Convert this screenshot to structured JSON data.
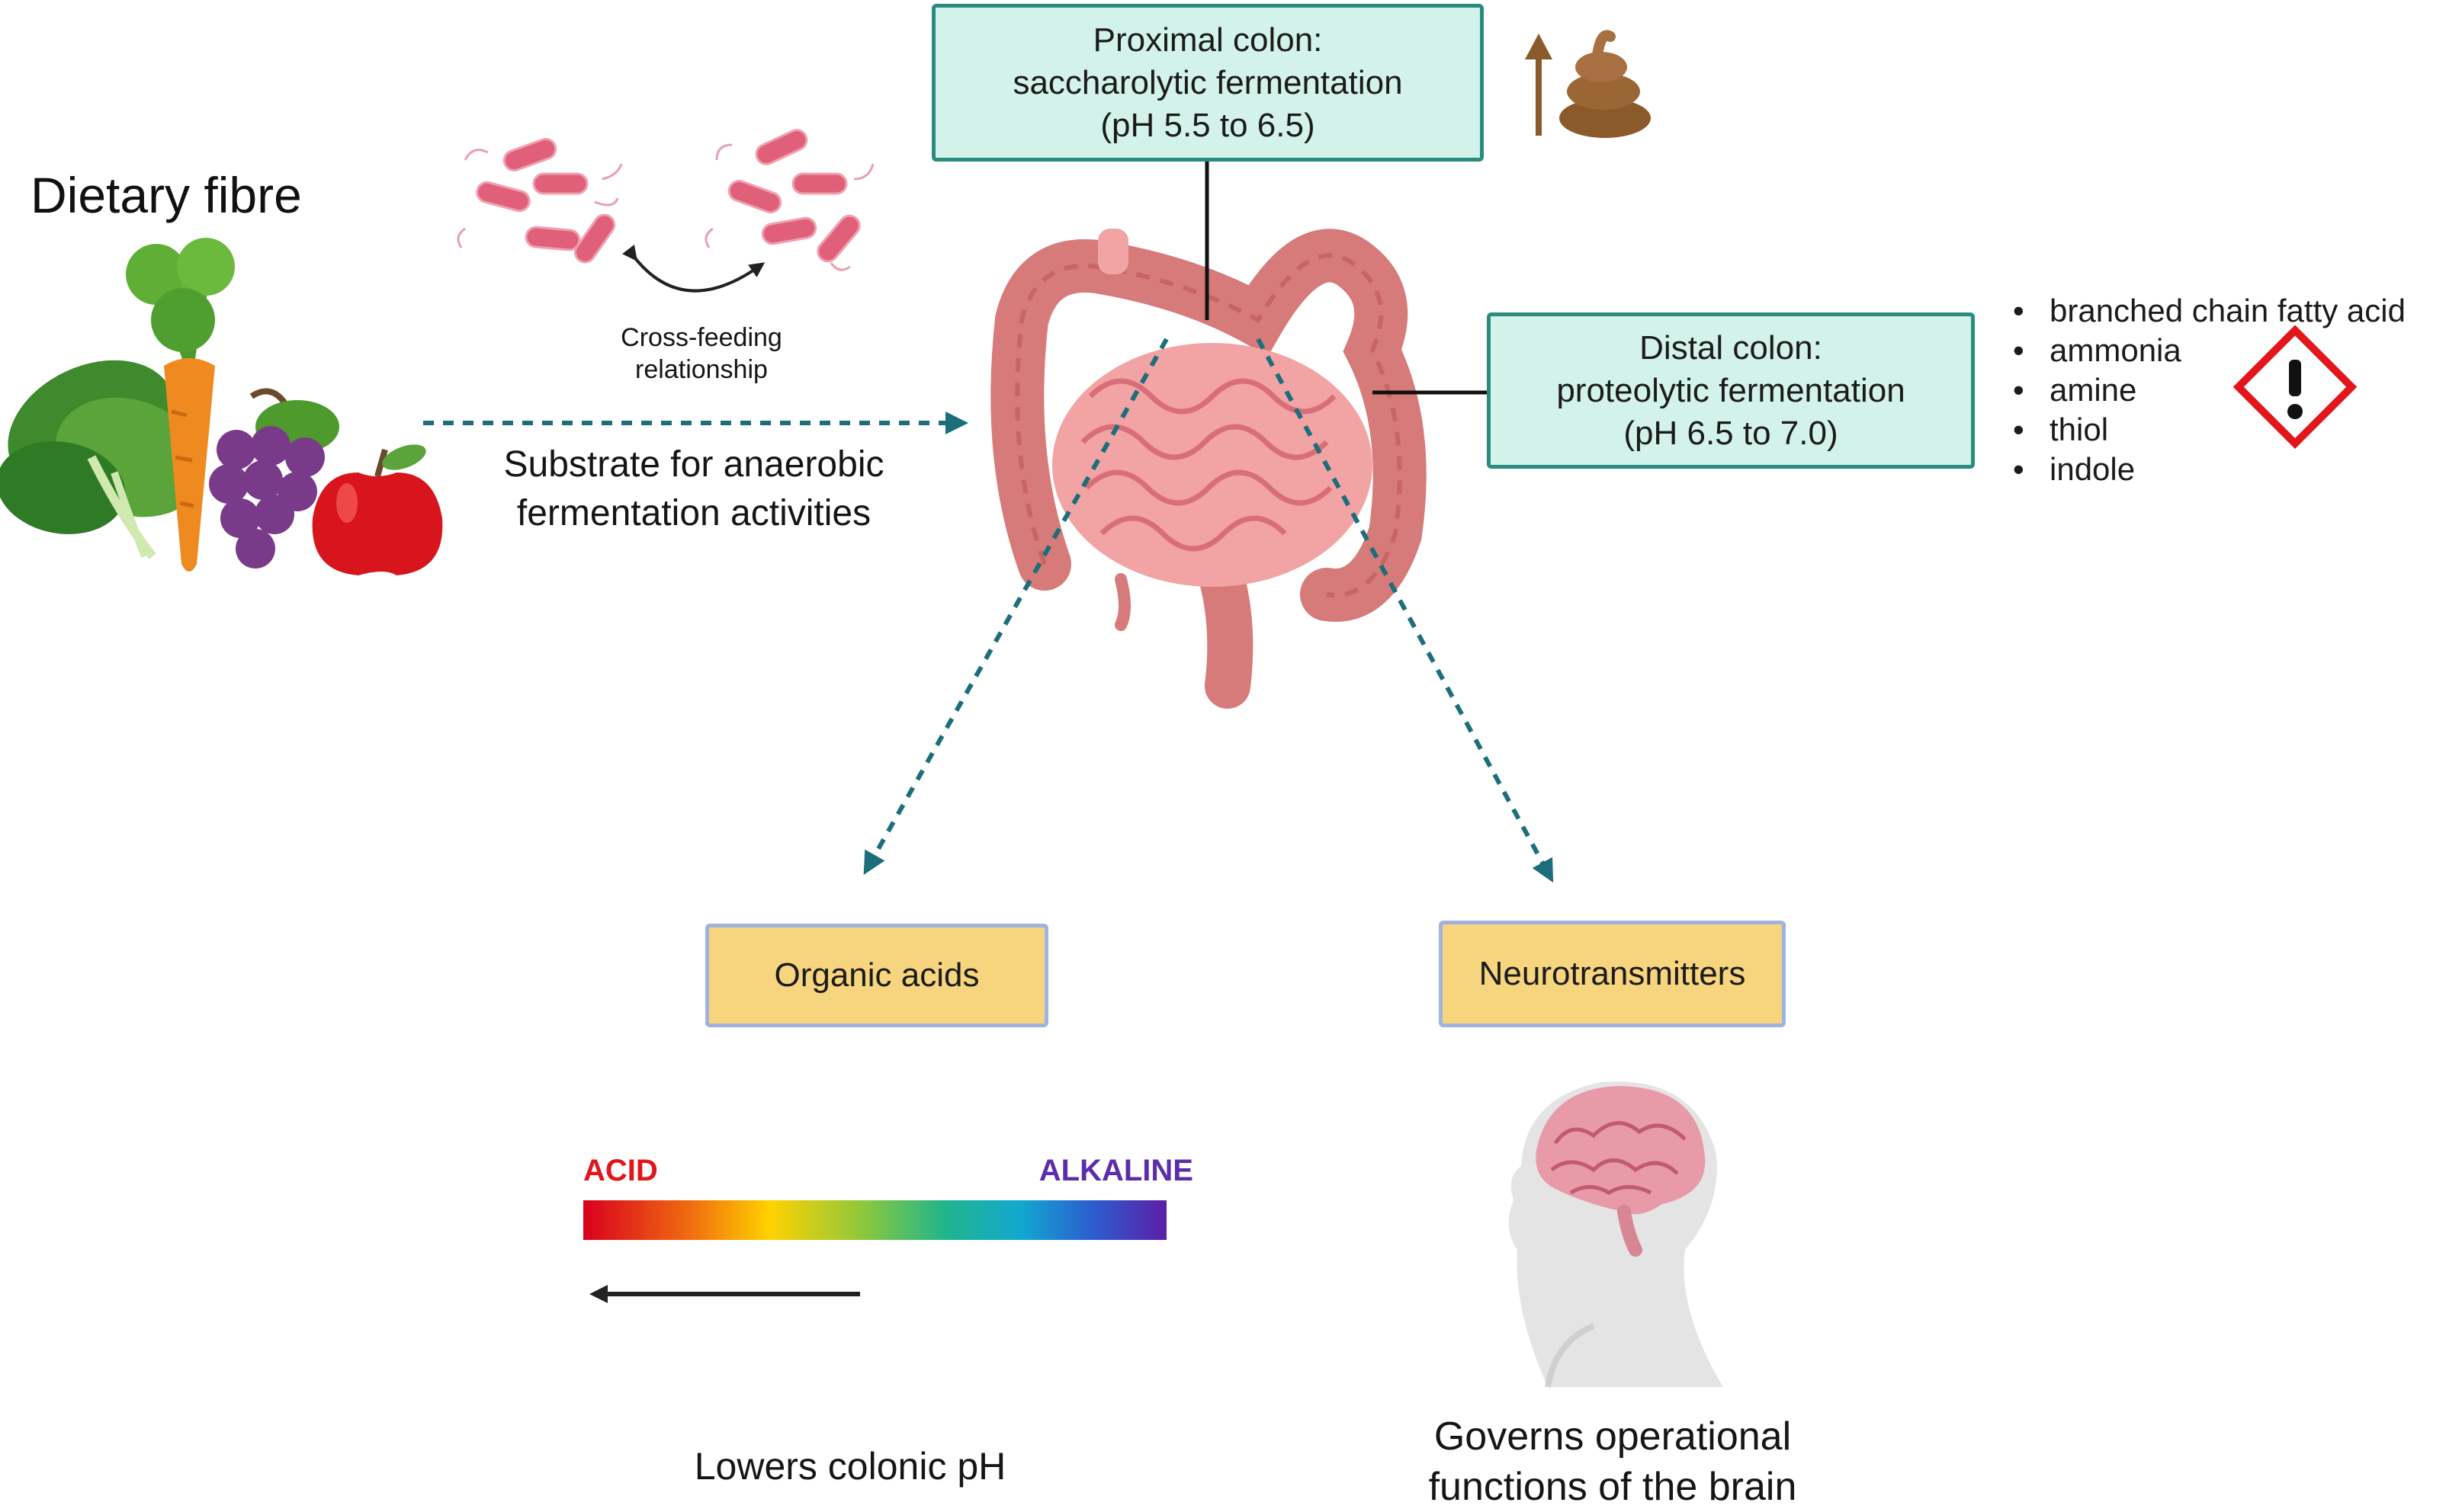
{
  "title": "Dietary fibre",
  "substrate_label": [
    "Substrate for anaerobic",
    "fermentation activities"
  ],
  "cross_feeding_label": [
    "Cross-feeding",
    "relationship"
  ],
  "proximal_colon": {
    "lines": [
      "Proximal colon:",
      "saccharolytic fermentation",
      "(pH 5.5 to 6.5)"
    ]
  },
  "distal_colon": {
    "lines": [
      "Distal colon:",
      "proteolytic fermentation",
      "(pH 6.5 to 7.0)"
    ]
  },
  "distal_products": [
    "branched chain fatty acid",
    "ammonia",
    "amine",
    "thiol",
    "indole"
  ],
  "organic_acids_label": "Organic acids",
  "neurotransmitters_label": "Neurotransmitters",
  "ph_scale": {
    "acid_label": "ACID",
    "alkaline_label": "ALKALINE",
    "acid_color": "#e0161b",
    "alkaline_color": "#5b2dab"
  },
  "lowers_ph_label": "Lowers colonic pH",
  "brain_label": [
    "Governs operational",
    "functions of the brain"
  ],
  "colors": {
    "teal_box": "#d2f2ea",
    "teal_border": "#2a8c7c",
    "yellow_box": "#f6d57e",
    "dotted_arrow": "#1c6e7c",
    "bacteria": "#e0607a"
  },
  "icons": [
    "vegetables-fruit-icon",
    "bacteria-icon",
    "cross-feeding-arrow-icon",
    "up-arrow-icon",
    "stool-icon",
    "intestine-icon",
    "hazard-warning-icon",
    "brain-head-icon"
  ]
}
